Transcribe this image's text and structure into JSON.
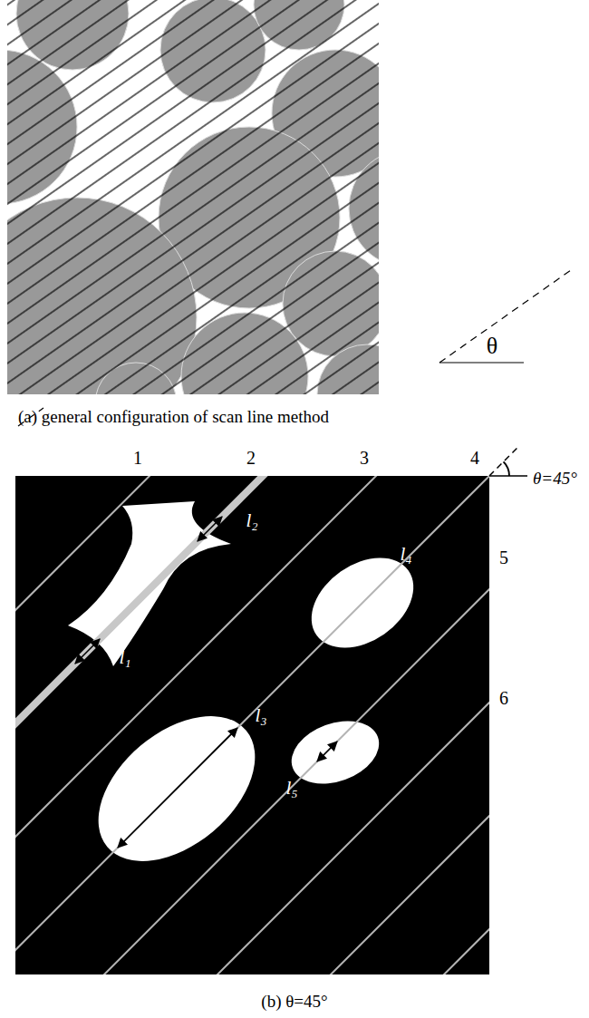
{
  "diagram": {
    "labels": [
      "θ",
      "(a) general configuration of scan line method",
      "1",
      "2",
      "3",
      "4",
      "θ=45°",
      "5",
      "6",
      "l₁",
      "l₂",
      "l₃",
      "l₄",
      "l₅",
      "(b) θ=45°"
    ]
  }
}
